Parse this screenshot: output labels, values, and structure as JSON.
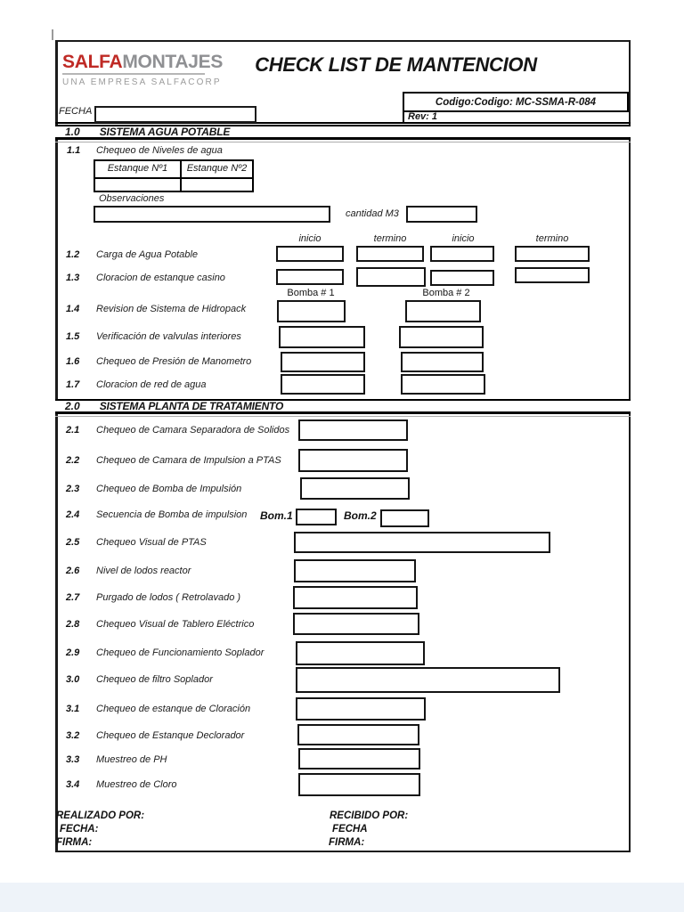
{
  "header": {
    "brand_red": "SALFA",
    "brand_gray": "MONTAJES",
    "tagline": "UNA EMPRESA SALFACORP",
    "title": "CHECK LIST DE MANTENCION",
    "codigo": "Codigo:Codigo: MC-SSMA-R-084",
    "rev": "Rev: 1",
    "fecha_label": "FECHA",
    "fecha_value": ""
  },
  "colors": {
    "brand_red": "#bf2a25",
    "brand_gray": "#8f9093",
    "border_black": "#141414"
  },
  "section1": {
    "number": "1.0",
    "title": "SISTEMA AGUA POTABLE",
    "item11_number": "1.1",
    "item11_label": "Chequeo de Niveles de agua",
    "tank_headers": [
      "Estanque Nº1",
      "Estanque Nº2"
    ],
    "tank_values": [
      "",
      ""
    ],
    "observaciones_label": "Observaciones",
    "observaciones_value": "",
    "cantidad_label": "cantidad M3",
    "cantidad_value": "",
    "time_headers": [
      "inicio",
      "termino",
      "inicio",
      "termino"
    ],
    "rows": [
      {
        "number": "1.2",
        "label": "Carga de Agua Potable"
      },
      {
        "number": "1.3",
        "label": "Cloracion de estanque casino"
      }
    ],
    "bomba_labels": [
      "Bomba # 1",
      "Bomba # 2"
    ],
    "pump_rows": [
      {
        "number": "1.4",
        "label": "Revision de Sistema de Hidropack"
      },
      {
        "number": "1.5",
        "label": "Verificación de valvulas interiores"
      },
      {
        "number": "1.6",
        "label": "Chequeo de Presión de Manometro"
      },
      {
        "number": "1.7",
        "label": "Cloracion de red de agua"
      }
    ]
  },
  "section2": {
    "number": "2.0",
    "title": "SISTEMA PLANTA DE TRATAMIENTO",
    "bom1_label": "Bom.1",
    "bom2_label": "Bom.2",
    "rows": [
      {
        "number": "2.1",
        "label": "Chequeo de Camara Separadora de Solidos"
      },
      {
        "number": "2.2",
        "label": "Chequeo de Camara de Impulsion a PTAS"
      },
      {
        "number": "2.3",
        "label": "Chequeo de Bomba de Impulsión"
      },
      {
        "number": "2.4",
        "label": "Secuencia de Bomba de impulsion"
      },
      {
        "number": "2.5",
        "label": "Chequeo Visual de PTAS"
      },
      {
        "number": "2.6",
        "label": "Nivel de lodos reactor"
      },
      {
        "number": "2.7",
        "label": "Purgado de lodos ( Retrolavado )"
      },
      {
        "number": "2.8",
        "label": "Chequeo Visual de Tablero Eléctrico"
      },
      {
        "number": "2.9",
        "label": "Chequeo de Funcionamiento Soplador"
      },
      {
        "number": "3.0",
        "label": "Chequeo de filtro Soplador"
      },
      {
        "number": "3.1",
        "label": "Chequeo de estanque de Cloración"
      },
      {
        "number": "3.2",
        "label": "Chequeo de Estanque Declorador"
      },
      {
        "number": "3.3",
        "label": "Muestreo de PH"
      },
      {
        "number": "3.4",
        "label": "Muestreo de Cloro"
      }
    ]
  },
  "footer": {
    "realizado": "REALIZADO POR:",
    "fecha_left": "FECHA:",
    "firma_left": "FIRMA:",
    "recibido": "RECIBIDO POR:",
    "fecha_right": "FECHA",
    "firma_right": "FIRMA:"
  }
}
